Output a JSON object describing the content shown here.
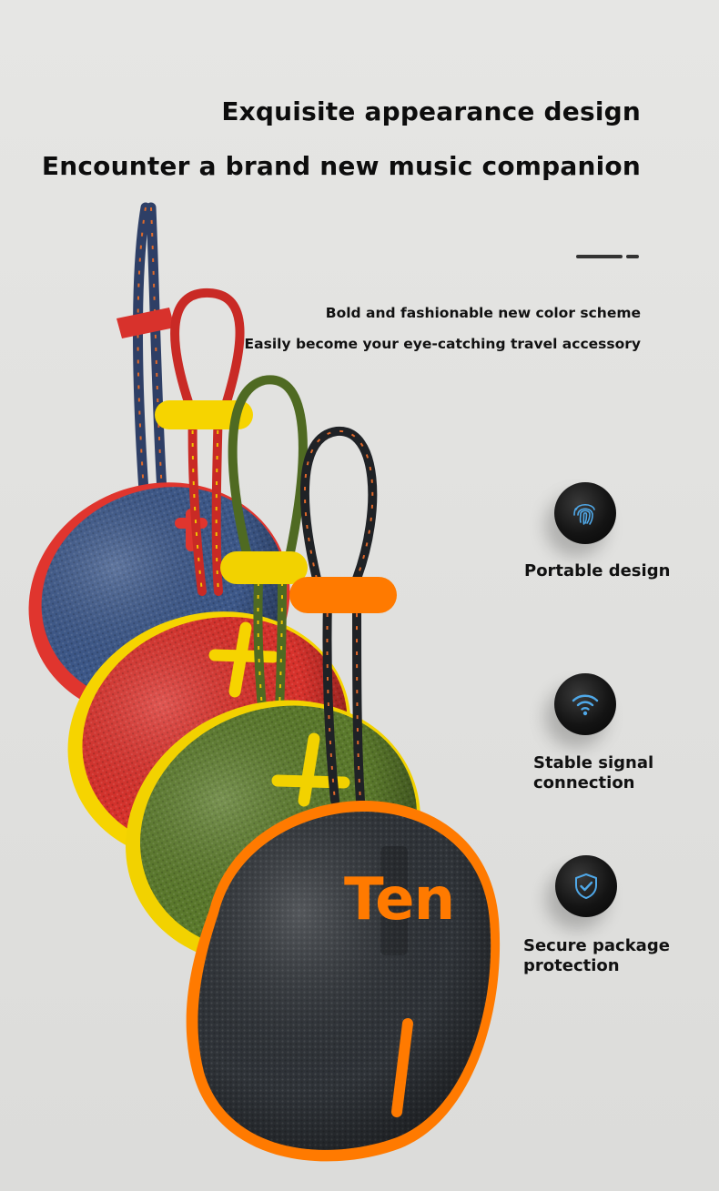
{
  "headline": {
    "line1": "Exquisite appearance design",
    "line2": "Encounter a brand new music companion"
  },
  "subtext": {
    "line1": "Bold and fashionable new color scheme",
    "line2": "Easily become your eye-catching travel accessory"
  },
  "features": [
    {
      "icon": "fingerprint-icon",
      "label": "Portable design"
    },
    {
      "icon": "wifi-icon",
      "label": "Stable signal connection"
    },
    {
      "icon": "shield-check-icon",
      "label": "Secure package protection"
    }
  ],
  "product": {
    "brand_text": "Ten",
    "speakers": [
      {
        "body": "#3d5889",
        "trim": "#e0352e",
        "strap": "#2e3f66"
      },
      {
        "body": "#d8322c",
        "trim": "#f6d400",
        "strap": "#c92a25"
      },
      {
        "body": "#5b7a2c",
        "trim": "#f2d200",
        "strap": "#4f6a22"
      },
      {
        "body": "#2f3338",
        "trim": "#ff7a00",
        "strap": "#1f2226"
      }
    ]
  },
  "colors": {
    "icon_glyph": "#4fa8e8",
    "brand_orange": "#ff7a00"
  }
}
